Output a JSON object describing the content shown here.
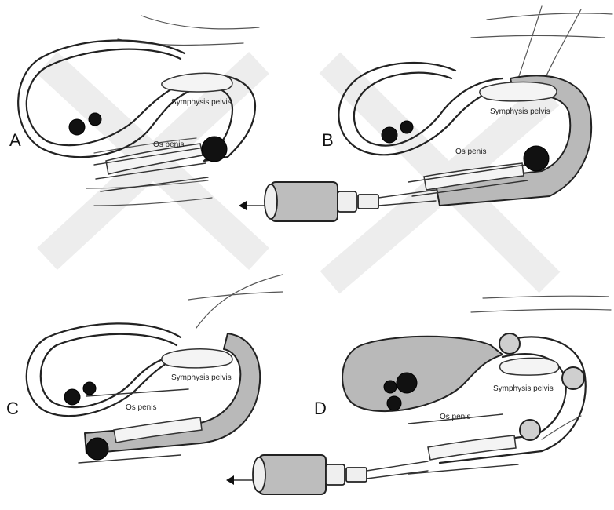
{
  "panels": [
    {
      "letter": "A",
      "symphysis_label": "Symphysis pelvis",
      "os_penis_label": "Os penis"
    },
    {
      "letter": "B",
      "symphysis_label": "Symphysis pelvis",
      "os_penis_label": "Os penis"
    },
    {
      "letter": "C",
      "symphysis_label": "Symphysis pelvis",
      "os_penis_label": "Os penis"
    },
    {
      "letter": "D",
      "symphysis_label": "Symphysis pelvis",
      "os_penis_label": "Os penis"
    }
  ]
}
